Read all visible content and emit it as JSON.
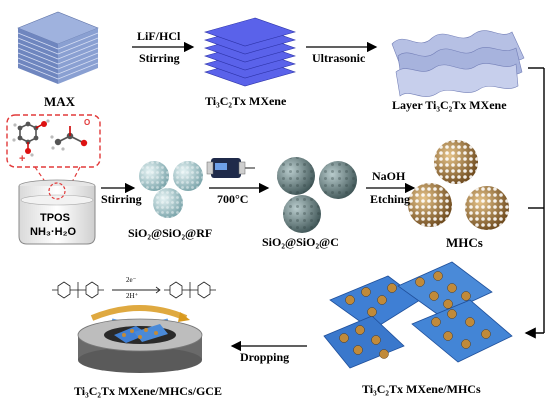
{
  "steps": {
    "max": "MAX",
    "step1_reagent": "LiF/HCl",
    "step1_action": "Stirring",
    "ti3c2tx": "Ti₃C₂Tx MXene",
    "step2_action": "Ultrasonic",
    "layer": "Layer Ti₃C₂Tx MXene",
    "tpos": "TPOS",
    "nh3": "NH₃·H₂O",
    "step3_action": "Stirring",
    "sio2rf": "SiO₂@SiO₂@RF",
    "temp": "700°C",
    "sio2c": "SiO₂@SiO₂@C",
    "step4_reagent": "NaOH",
    "step4_action": "Etching",
    "mhcs": "MHCs",
    "composite": "Ti₃C₂Tx MXene/MHCs",
    "step5_action": "Dropping",
    "electrode": "Ti₃C₂Tx MXene/MHCs/GCE",
    "rxn_electrons": "2e⁻",
    "rxn_protons": "2H⁺",
    "atom_o": "O"
  },
  "colors": {
    "max_block": "#7d93c9",
    "mxene_sheet": "#5058e0",
    "layer_sheet": "#a8b4dc",
    "sphere": "#8fb3b8",
    "carbon_sphere": "#6c7f80",
    "mhc_shell": "#8a6534",
    "composite_sheet": "#3f7fd4",
    "highlight_red": "#e23a3a",
    "electrode_gray": "#9a9a9a"
  }
}
